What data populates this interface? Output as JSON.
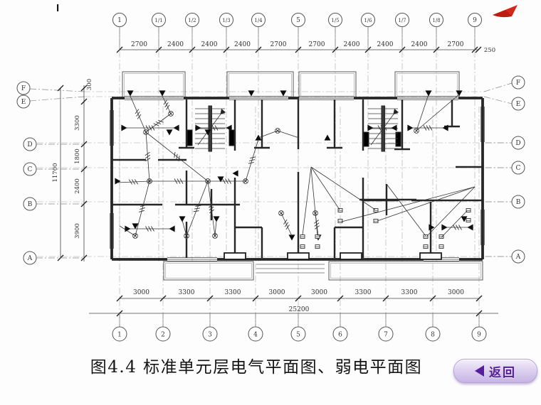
{
  "page": {
    "marker": "I"
  },
  "pointer": {
    "name": "red-pointer",
    "color": "#d3271c"
  },
  "caption": {
    "text": "图4.4  标准单元层电气平面图、弱电平面图"
  },
  "back_button": {
    "label": "返回",
    "accent": "#54209a"
  },
  "drawing": {
    "line_color": "#262626",
    "top_axes": {
      "labels": [
        "1",
        "1/1",
        "1/2",
        "1/3",
        "1/4",
        "5",
        "1/5",
        "1/6",
        "1/7",
        "1/8",
        "9"
      ]
    },
    "top_dims": {
      "values": [
        "2700",
        "2400",
        "2400",
        "2400",
        "2700",
        "2700",
        "2400",
        "2400",
        "2400",
        "2700"
      ],
      "edge": "250"
    },
    "bottom_axes": {
      "labels": [
        "1",
        "2",
        "3",
        "4",
        "5",
        "6",
        "7",
        "8",
        "9"
      ]
    },
    "bottom_dims": {
      "values": [
        "3000",
        "3300",
        "3300",
        "3000",
        "3000",
        "3300",
        "3300",
        "3000"
      ],
      "total": "25200"
    },
    "left_axes": {
      "labels": [
        "F",
        "E",
        "D",
        "C",
        "B",
        "A"
      ]
    },
    "left_dims": {
      "values": [
        "300",
        "3300",
        "1800",
        "2400",
        "3900"
      ],
      "total": "11700"
    },
    "right_axes": {
      "labels": [
        "F",
        "E",
        "D",
        "C",
        "B",
        "A"
      ]
    }
  }
}
